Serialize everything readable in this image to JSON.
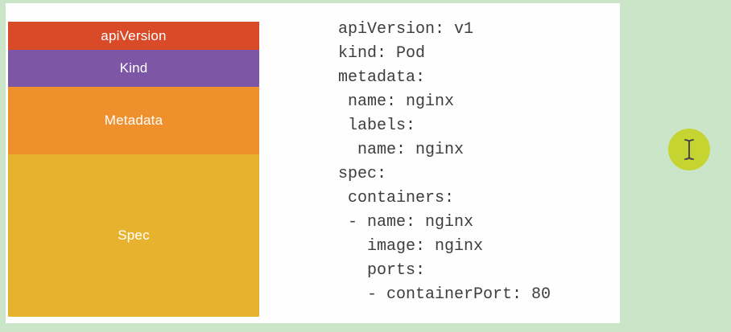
{
  "page": {
    "background_color": "#cbe5c8",
    "panel_color": "#fefefe"
  },
  "diagram": {
    "blocks": [
      {
        "label": "apiVersion",
        "color": "#d94b28"
      },
      {
        "label": "Kind",
        "color": "#7d57a5"
      },
      {
        "label": "Metadata",
        "color": "#f0902c"
      },
      {
        "label": "Spec",
        "color": "#e7b32e"
      }
    ]
  },
  "yaml": {
    "text_color": "#3d3d3d",
    "lines": [
      "apiVersion: v1",
      "kind: Pod",
      "metadata:",
      " name: nginx",
      " labels:",
      "  name: nginx",
      "spec:",
      " containers:",
      " - name: nginx",
      "   image: nginx",
      "   ports:",
      "   - containerPort: 80"
    ]
  },
  "cursor": {
    "highlight_color": "#c6d431",
    "ibeam_color": "#4a4a4a"
  }
}
